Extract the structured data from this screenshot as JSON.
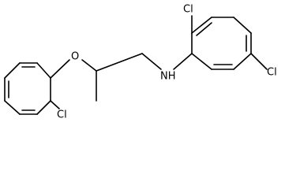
{
  "molecule": {
    "atoms": {
      "o": "O",
      "nh": "NH",
      "cl_left": "Cl",
      "cl_top": "Cl",
      "cl_right": "Cl"
    }
  }
}
